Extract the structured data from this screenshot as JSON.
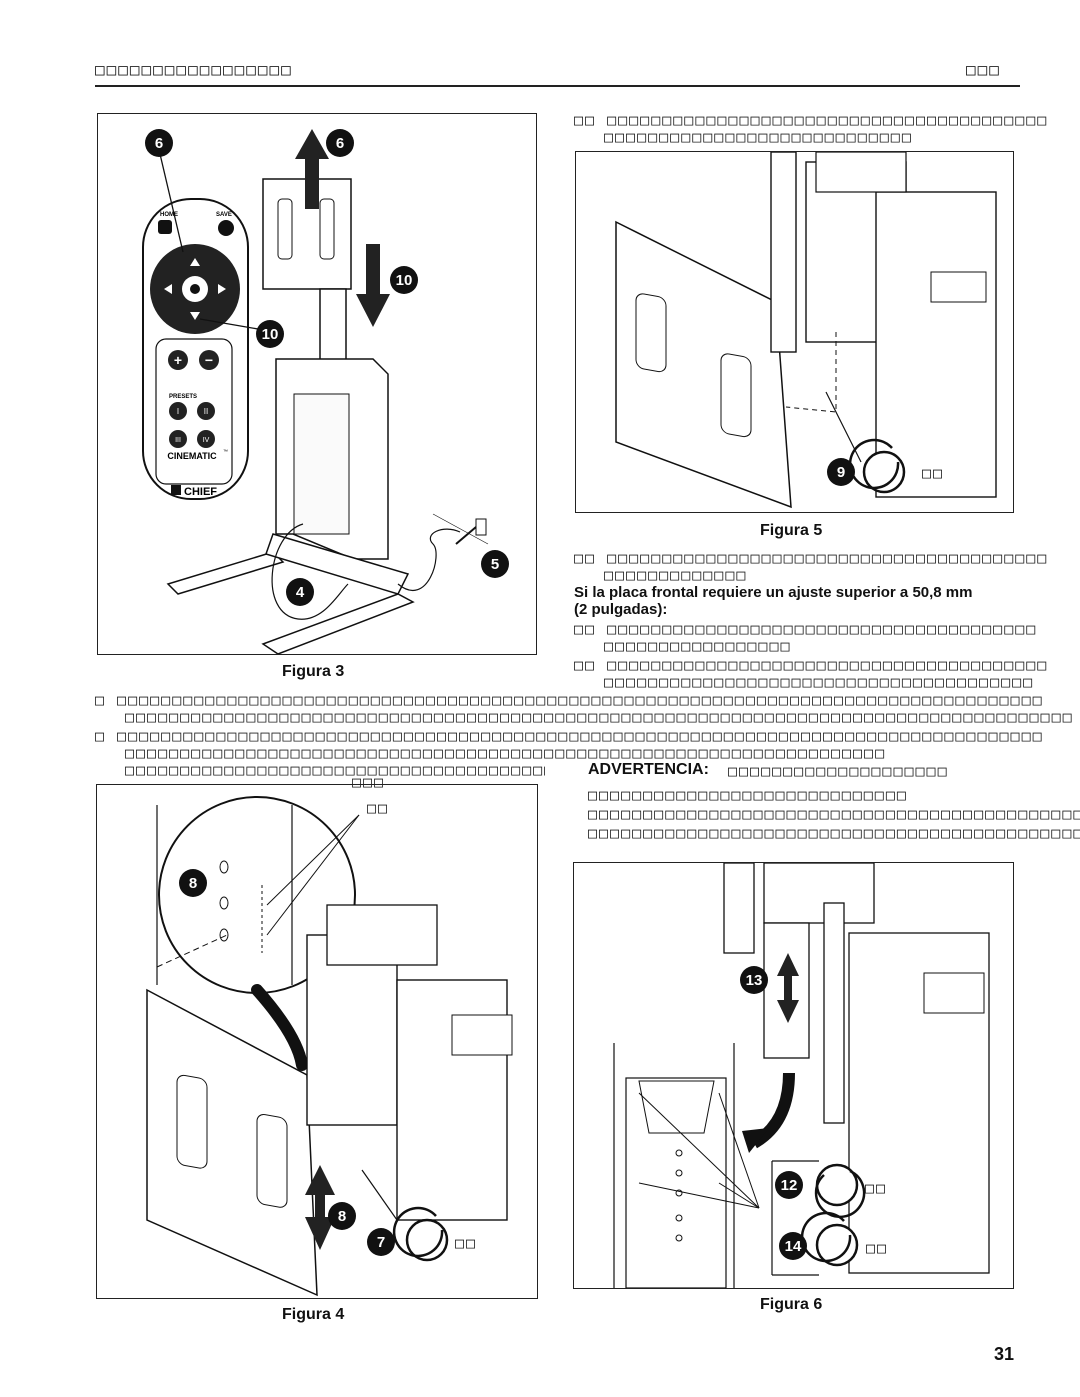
{
  "header": {
    "left": "□□□□□□□□□□□□□□□□□",
    "right": "□□□"
  },
  "figures": {
    "fig3": "Figura 3",
    "fig4": "Figura 4",
    "fig5": "Figura 5",
    "fig6": "Figura 6"
  },
  "remote": {
    "home": "HOME",
    "save": "SAVE",
    "presets": "PRESETS",
    "p1": "I",
    "p2": "II",
    "p3": "III",
    "p4": "IV",
    "brand": "CINEMATIC",
    "tm": "™",
    "logo": "CHIEF",
    "plus": "+",
    "minus": "−"
  },
  "callouts": {
    "c6": "6",
    "c10": "10",
    "c5": "5",
    "c4": "4",
    "c9": "9",
    "c8": "8",
    "c7": "7",
    "c13": "13",
    "c12": "12",
    "c14": "14"
  },
  "garbled": {
    "step_a1": "□□  □□□□□□□□□□□□□□□□□□□□□□□□□□□□□□□□□□□□□□□□",
    "step_a2": "□□□□□□□□□□□□□□□□□□□□□□□□□□□□",
    "fig5_label": "□□",
    "step_b1": "□□  □□□□□□□□□□□□□□□□□□□□□□□□□□□□□□□□□□□□□□□□",
    "step_b2": "□□□□□□□□□□□□□",
    "step_c1": "□□  □□□□□□□□□□□□□□□□□□□□□□□□□□□□□□□□□□□□□□□",
    "step_c2": "□□□□□□□□□□□□□□□□□",
    "step_d1": "□□  □□□□□□□□□□□□□□□□□□□□□□□□□□□□□□□□□□□□□□□□",
    "step_d2": "□□□□□□□□□□□□□□□□□□□□□□□□□□□□□□□□□□□□□□□",
    "step_e1": "□  □□□□□□□□□□□□□□□□□□□□□□□□□□□□□□□□□□□□□□□□□□□□□□□□□□□□□□□□□□□□□□□□□□□□□□□□□□□□□□□□□□□□",
    "step_e2": "□□□□□□□□□□□□□□□□□□□□□□□□□□□□□□□□□□□□□□□□□□□□□□□□□□□□□□□□□□□□□□□□□□□□□□□□□□□□□□□□□□□□□□",
    "step_f1": "□  □□□□□□□□□□□□□□□□□□□□□□□□□□□□□□□□□□□□□□□□□□□□□□□□□□□□□□□□□□□□□□□□□□□□□□□□□□□□□□□□□□□□",
    "step_f2": "□□□□□□□□□□□□□□□□□□□□□□□□□□□□□□□□□□□□□□□□□□□□□□□□□□□□□□□□□□□□□□□□□□□□□",
    "step_f3": "□□□□□□□□□□□□□□□□□□□□□□□□□□□□□□□□□□□□□□□",
    "fig4_lab1": "□□□",
    "fig4_lab2": "□□",
    "fig4_lab7": "□□",
    "warn1": "□□□□□□□□□□□□□□□□□□□□",
    "warn2": "□□□□□□□□□□□□□□□□□□□□□□□□□□□□□",
    "warn3": "□□□□□□□□□□□□□□□□□□□□□□□□□□□□□□□□□□□□□□□□□□□□□□□□",
    "warn4": "□□□□□□□□□□□□□□□□□□□□□□□□□□□□□□□□□□□□□□□□□□□□□□□□",
    "fig6_lab12": "□□",
    "fig6_lab14": "□□"
  },
  "condition": {
    "line1": "Si la placa frontal requiere un ajuste superior a 50,8 mm",
    "line2": "(2 pulgadas):"
  },
  "warning_label": "ADVERTENCIA:",
  "page_number": "31"
}
